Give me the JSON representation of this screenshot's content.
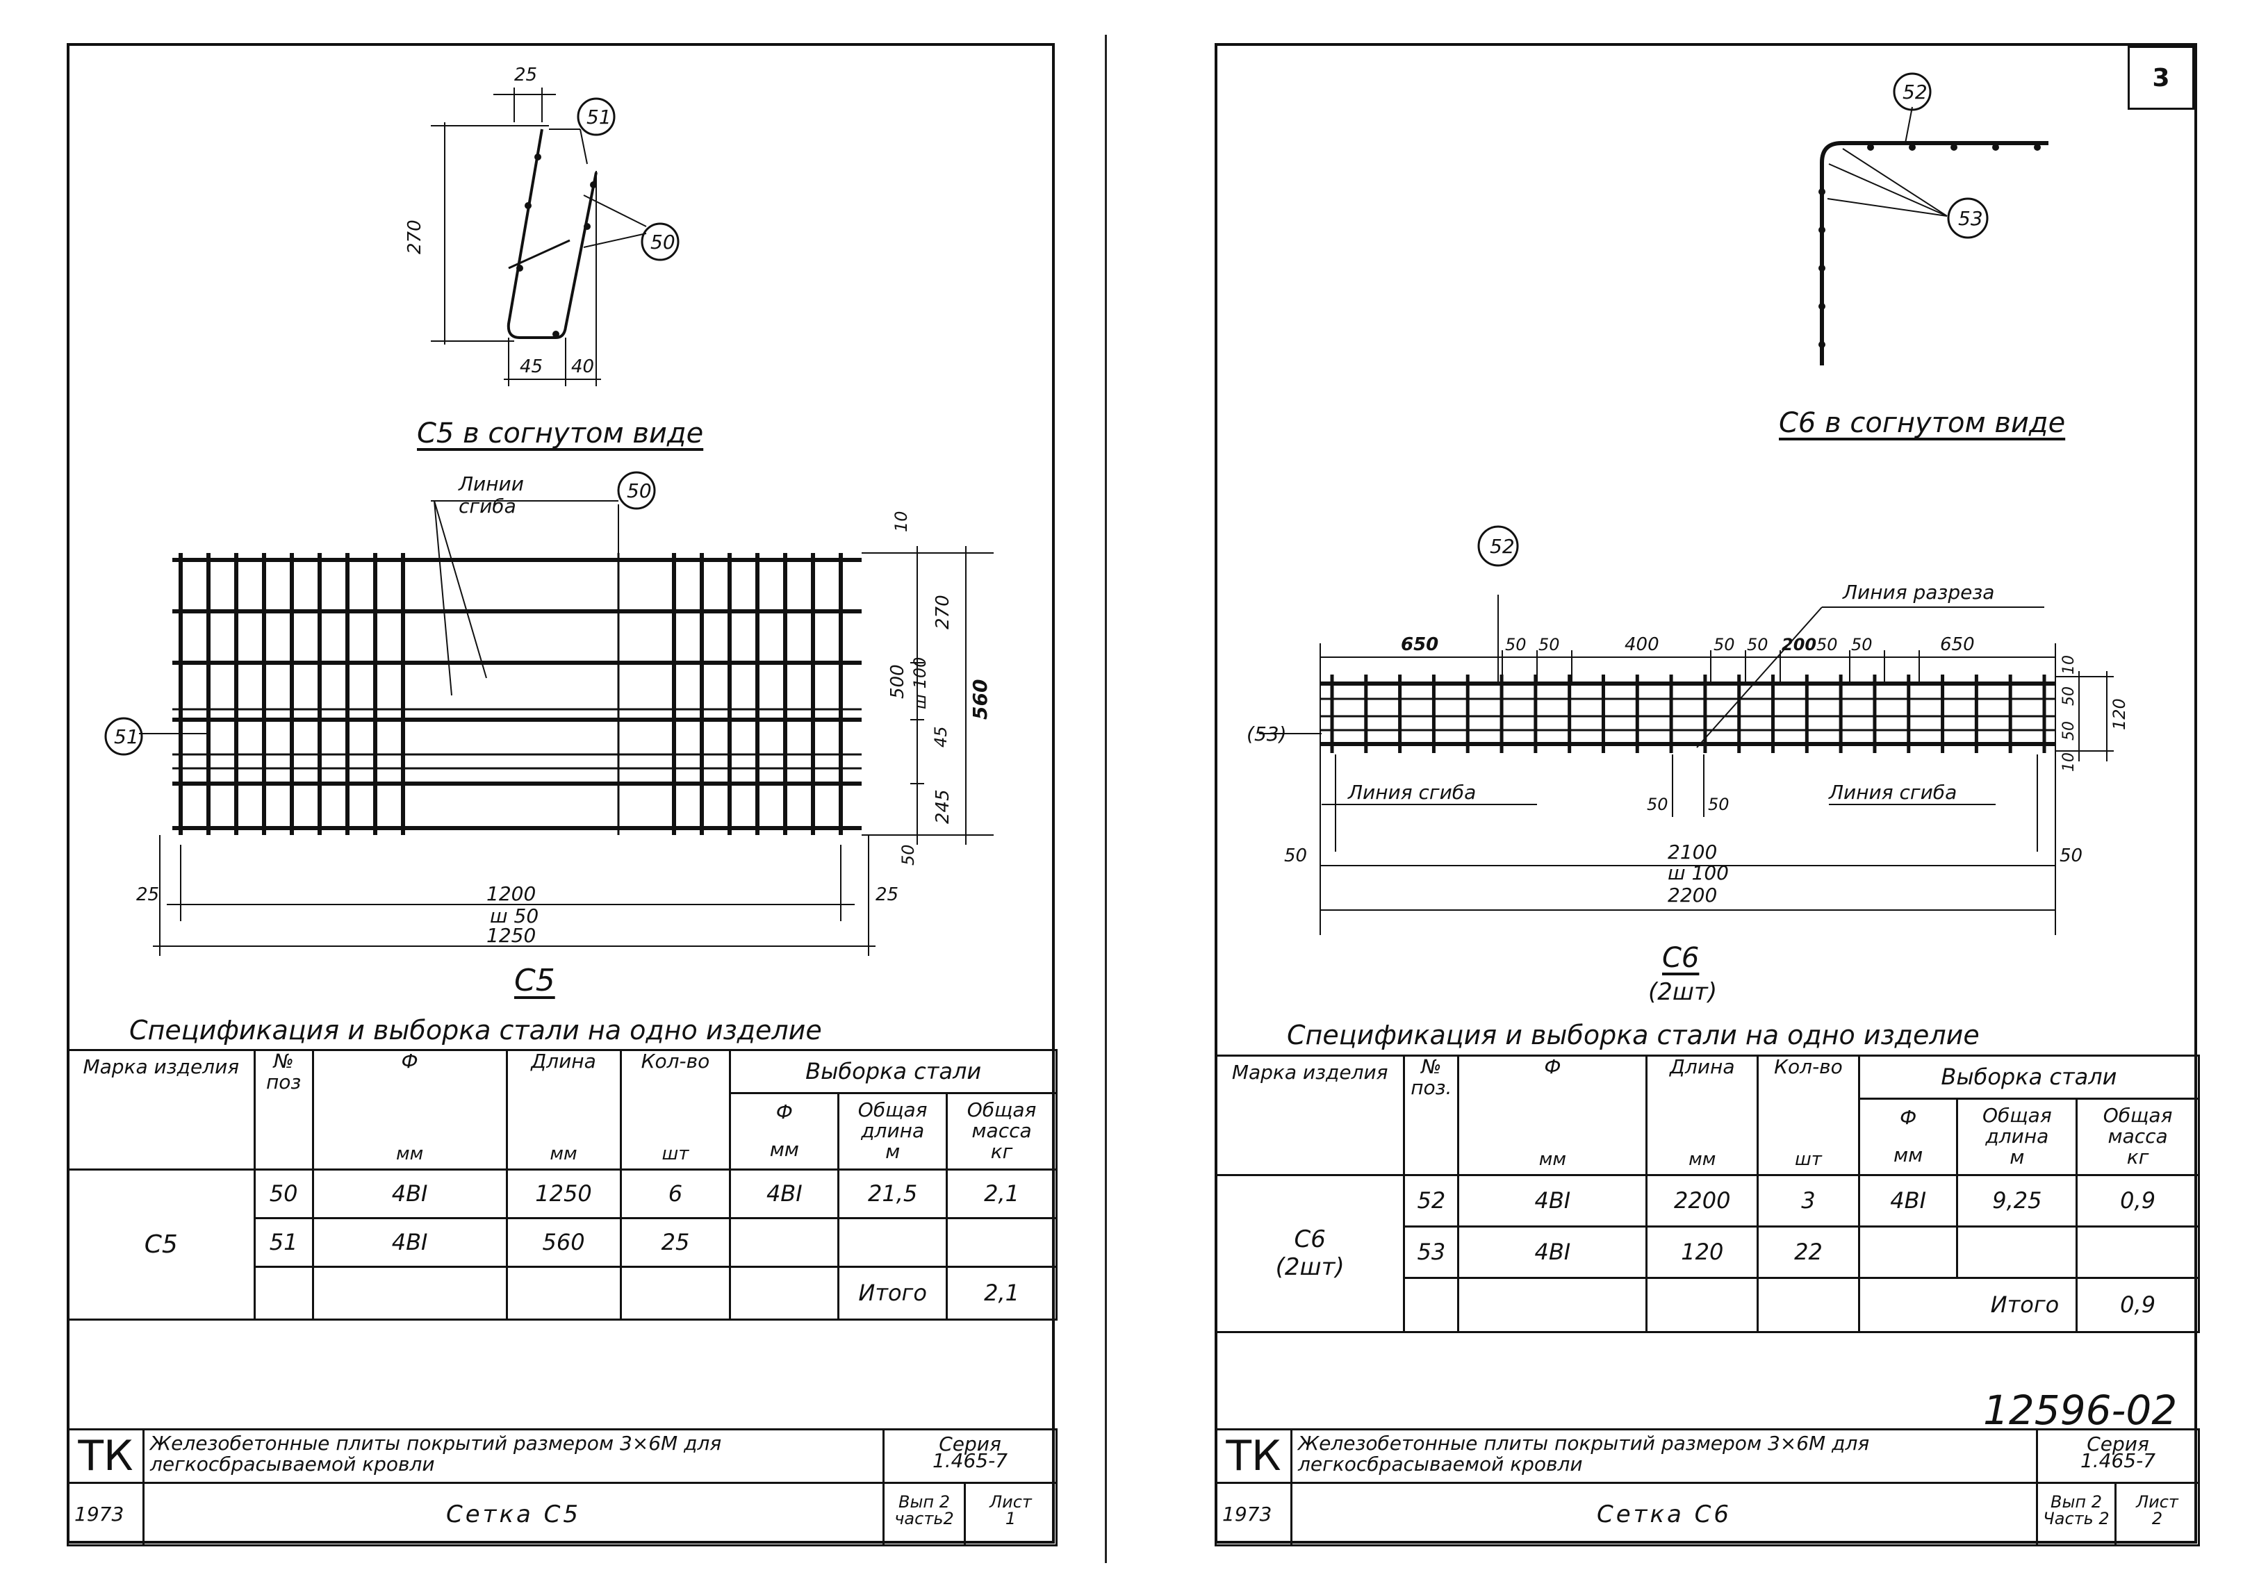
{
  "left": {
    "bent_view": {
      "dim_top": "25",
      "dim_height": "270",
      "dim_bottom_left": "45",
      "dim_bottom_right": "40",
      "pos_a": "51",
      "pos_b": "50",
      "caption": "С5 в согнутом виде"
    },
    "plan": {
      "bend_label_1": "Линии",
      "bend_label_2": "сгиба",
      "pos_top": "50",
      "pos_side": "51",
      "dim_10": "10",
      "dim_270": "270",
      "dim_500": "500",
      "dim_sh100": "ш 100",
      "dim_45": "45",
      "dim_560": "560",
      "dim_245": "245",
      "dim_50": "50",
      "dim_25_left": "25",
      "dim_25_right": "25",
      "dim_1200": "1200",
      "dim_sh50": "ш 50",
      "dim_1250": "1250",
      "caption": "С5"
    },
    "spec": {
      "title": "Спецификация и выборка стали на одно изделие",
      "headers": {
        "mark": "Марка изделия",
        "pos": "№ поз",
        "dia": "Ф",
        "dia_unit": "мм",
        "length": "Длина",
        "length_unit": "мм",
        "count": "Кол-во",
        "count_unit": "шт",
        "selection": "Выборка стали",
        "sel_dia": "Ф",
        "sel_dia_unit": "мм",
        "sel_len": "Общая длина",
        "sel_len_unit": "м",
        "sel_mass": "Общая масса",
        "sel_mass_unit": "кг"
      },
      "mark": "С5",
      "rows": [
        {
          "pos": "50",
          "dia": "4BI",
          "length": "1250",
          "count": "6",
          "sel_dia": "4BI",
          "sel_len": "21,5",
          "sel_mass": "2,1"
        },
        {
          "pos": "51",
          "dia": "4BI",
          "length": "560",
          "count": "25",
          "sel_dia": "",
          "sel_len": "",
          "sel_mass": ""
        }
      ],
      "total_label": "Итого",
      "total_mass": "2,1"
    },
    "title_block": {
      "code": "ТК",
      "description": "Железобетонные плиты покрытий размером 3×6М для легкосбрасываемой кровли",
      "series_label": "Серия",
      "series": "1.465-7",
      "year": "1973",
      "name": "Сетка С5",
      "issue_label": "Вып 2",
      "part_label": "часть2",
      "sheet_label": "Лист",
      "sheet": "1"
    }
  },
  "right": {
    "sheet_number": "3",
    "bent_view": {
      "pos_a": "52",
      "pos_b": "53",
      "caption": "С6 в согнутом виде"
    },
    "plan": {
      "pos_top": "52",
      "pos_side": "53",
      "cut_label": "Линия разреза",
      "dim_650_left": "650",
      "dim_50_a": "50",
      "dim_50_b": "50",
      "dim_400": "400",
      "dim_50_c": "50",
      "dim_50_d": "50",
      "dim_200": "200",
      "dim_50_e": "50",
      "dim_50_f": "50",
      "dim_650_right": "650",
      "bend_label_left": "Линия сгиба",
      "bend_label_right": "Линия сгиба",
      "dim_50_g": "50",
      "dim_50_h": "50",
      "dim_10_top": "10",
      "dim_50_v1": "50",
      "dim_50_v2": "50",
      "dim_10_bottom": "10",
      "dim_120": "120",
      "dim_50_left": "50",
      "dim_50_right": "50",
      "dim_2100": "2100",
      "dim_sh100": "ш 100",
      "dim_2200": "2200",
      "caption": "С6",
      "caption_sub": "(2шт)"
    },
    "spec": {
      "title": "Спецификация и выборка стали на одно изделие",
      "headers": {
        "mark": "Марка изделия",
        "pos": "№ поз.",
        "dia": "Ф",
        "dia_unit": "мм",
        "length": "Длина",
        "length_unit": "мм",
        "count": "Кол-во",
        "count_unit": "шт",
        "selection": "Выборка стали",
        "sel_dia": "Ф",
        "sel_dia_unit": "мм",
        "sel_len": "Общая длина",
        "sel_len_unit": "м",
        "sel_mass": "Общая масса",
        "sel_mass_unit": "кг"
      },
      "mark": "С6",
      "mark_sub": "(2шт)",
      "rows": [
        {
          "pos": "52",
          "dia": "4BI",
          "length": "2200",
          "count": "3",
          "sel_dia": "4BI",
          "sel_len": "9,25",
          "sel_mass": "0,9"
        },
        {
          "pos": "53",
          "dia": "4BI",
          "length": "120",
          "count": "22",
          "sel_dia": "",
          "sel_len": "",
          "sel_mass": ""
        }
      ],
      "total_label": "Итого",
      "total_mass": "0,9"
    },
    "doc_number": "12596-02",
    "title_block": {
      "code": "ТК",
      "description": "Железобетонные плиты покрытий размером 3×6М для легкосбрасываемой кровли",
      "series_label": "Серия",
      "series": "1.465-7",
      "year": "1973",
      "name": "Сетка С6",
      "issue_label": "Вып 2",
      "part_label": "Часть 2",
      "sheet_label": "Лист",
      "sheet": "2"
    }
  }
}
